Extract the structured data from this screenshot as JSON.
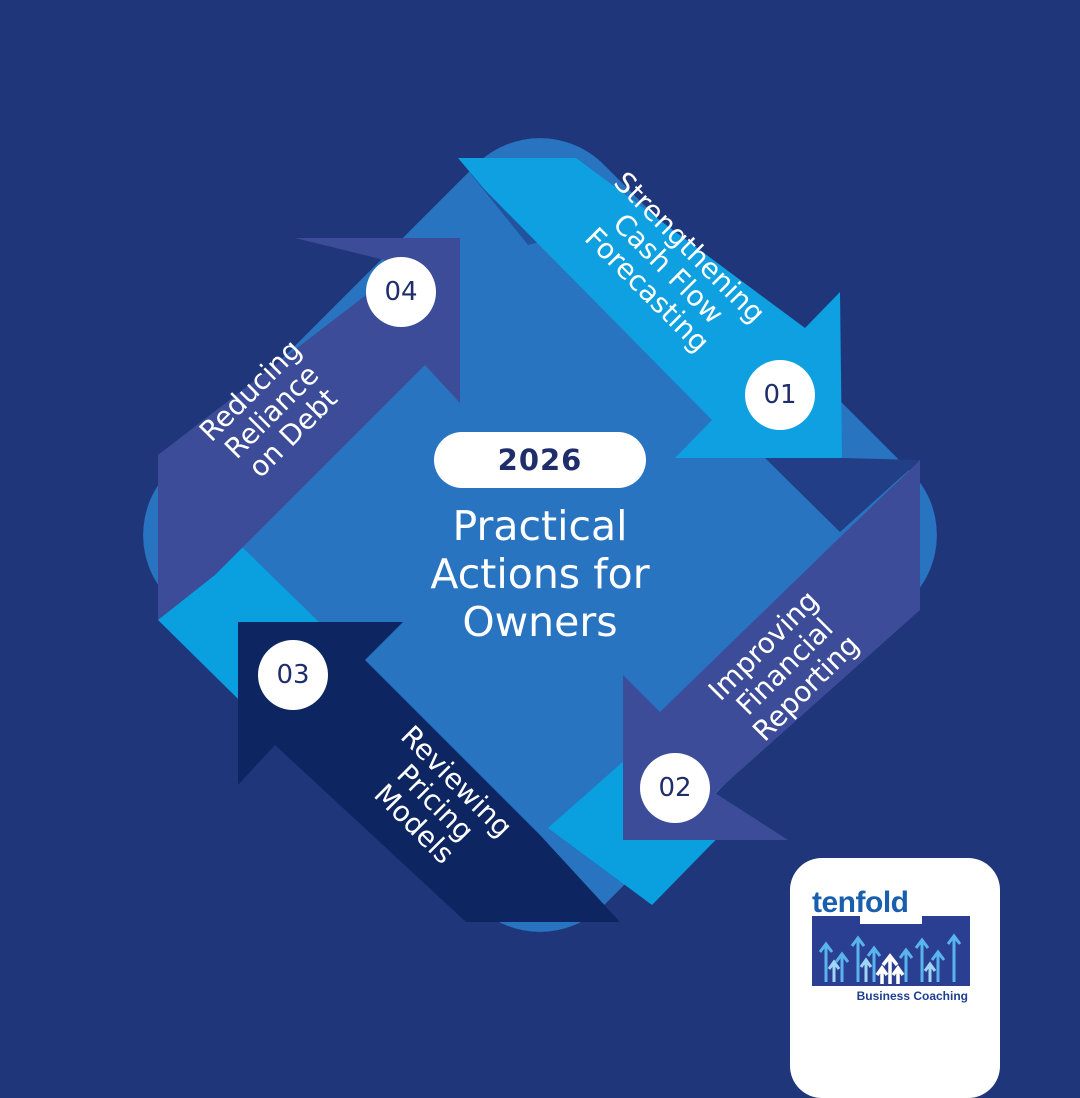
{
  "diagram": {
    "center": {
      "year": "2026",
      "title_lines": [
        "Practical",
        "Actions for",
        "Owners"
      ]
    },
    "steps": [
      {
        "number": "01",
        "label_lines": [
          "Strengthening",
          "Cash Flow",
          "Forecasting"
        ],
        "color": "#0ea0e0"
      },
      {
        "number": "02",
        "label_lines": [
          "Improving",
          "Financial",
          "Reporting"
        ],
        "color": "#3c4c98"
      },
      {
        "number": "03",
        "label_lines": [
          "Reviewing",
          "Pricing",
          "Models"
        ],
        "color": "#0d2560"
      },
      {
        "number": "04",
        "label_lines": [
          "Reducing",
          "Reliance",
          "on Debt"
        ],
        "color": "#3c4c98"
      }
    ]
  },
  "logo": {
    "word": "tenfold",
    "tagline": "Business Coaching"
  },
  "colors": {
    "background": "#20367a",
    "diamond": "#2874c0",
    "white": "#ffffff"
  }
}
